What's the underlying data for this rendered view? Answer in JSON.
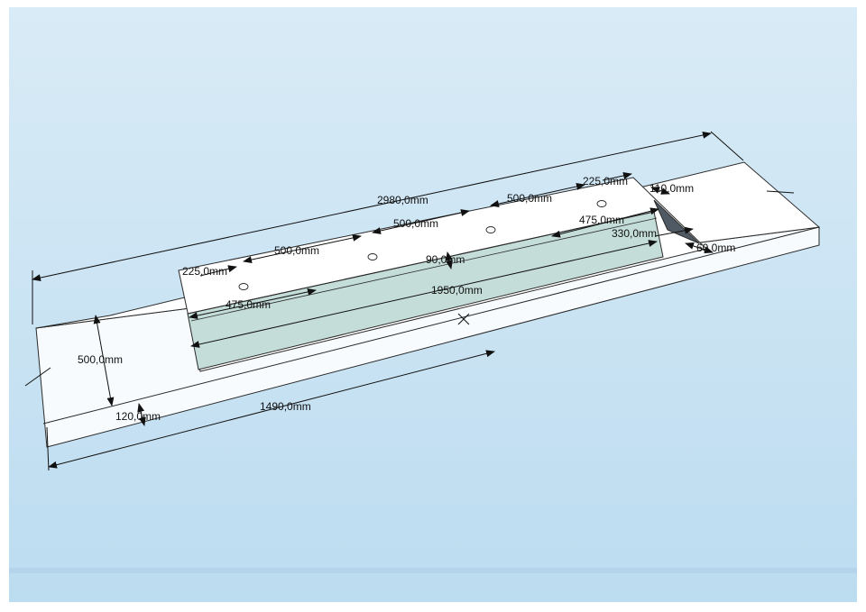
{
  "colors": {
    "paper": "#ffffff",
    "sky_top": "#d9ebf6",
    "sky_bottom": "#bcdcf0",
    "surface": "#ffffff",
    "outline": "#2a2a2a",
    "basin_floor": "#c4ddd8",
    "slope_face": "#505a64",
    "dimension_ink": "#111111",
    "band": "#b8d8ec"
  },
  "dimensions": {
    "overall_length": "2980,0mm",
    "overall_depth": "500,0mm",
    "thickness": "120,0mm",
    "front_offset": "1490,0mm",
    "basin_length": "1950,0mm",
    "basin_depth": "90,0mm",
    "hole_spacing_1": "500,0mm",
    "hole_spacing_2": "500,0mm",
    "hole_spacing_3": "500,0mm",
    "hole_edge_left": "225,0mm",
    "hole_edge_right": "225,0mm",
    "left_inset": "475,0mm",
    "right_inset": "475,0mm",
    "slope_width": "110,0mm",
    "rear_offset": "330,0mm",
    "drain_width": "60,0mm"
  }
}
